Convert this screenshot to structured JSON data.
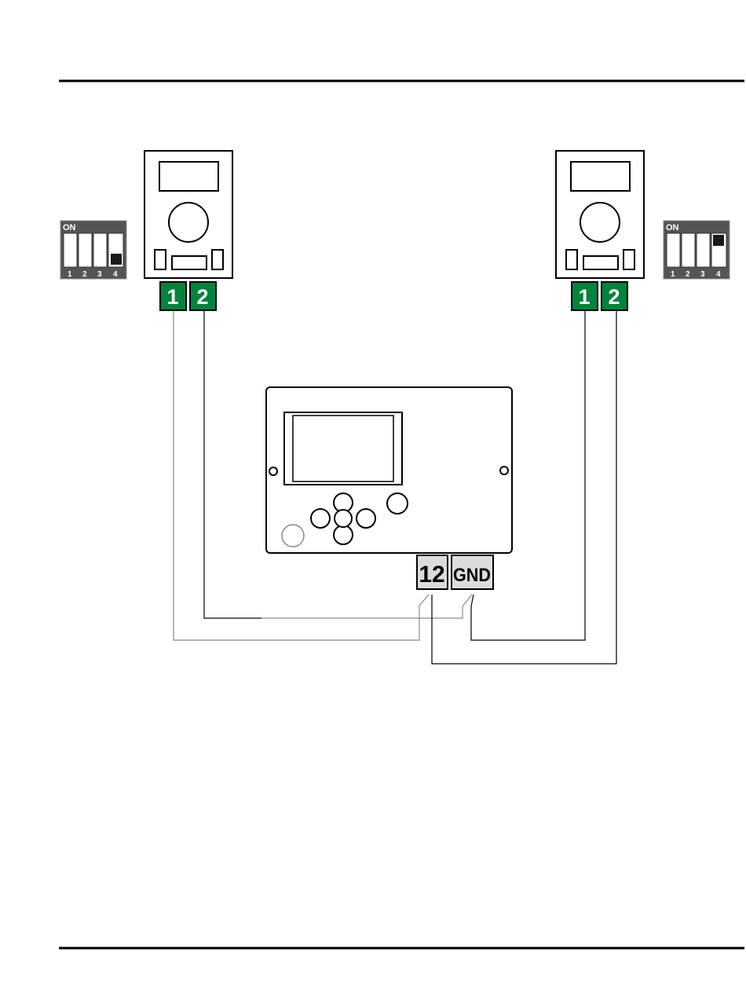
{
  "colors": {
    "terminal_green": "#00843d",
    "terminal_gray": "#dcdcdc",
    "dip_body": "#555555",
    "wire_dark": "#000000",
    "wire_light": "#8a8a8a"
  },
  "left_dip": {
    "on_label": "ON",
    "numbers": [
      "1",
      "2",
      "3",
      "4"
    ],
    "switch_states": [
      "off",
      "off",
      "off",
      "on"
    ]
  },
  "right_dip": {
    "on_label": "ON",
    "numbers": [
      "1",
      "2",
      "3",
      "4"
    ],
    "switch_states": [
      "off",
      "off",
      "off",
      "on"
    ]
  },
  "left_thermostat": {
    "terminal_1": "1",
    "terminal_2": "2"
  },
  "right_thermostat": {
    "terminal_1": "1",
    "terminal_2": "2"
  },
  "controller": {
    "terminal_power": "12",
    "terminal_ground": "GND"
  }
}
